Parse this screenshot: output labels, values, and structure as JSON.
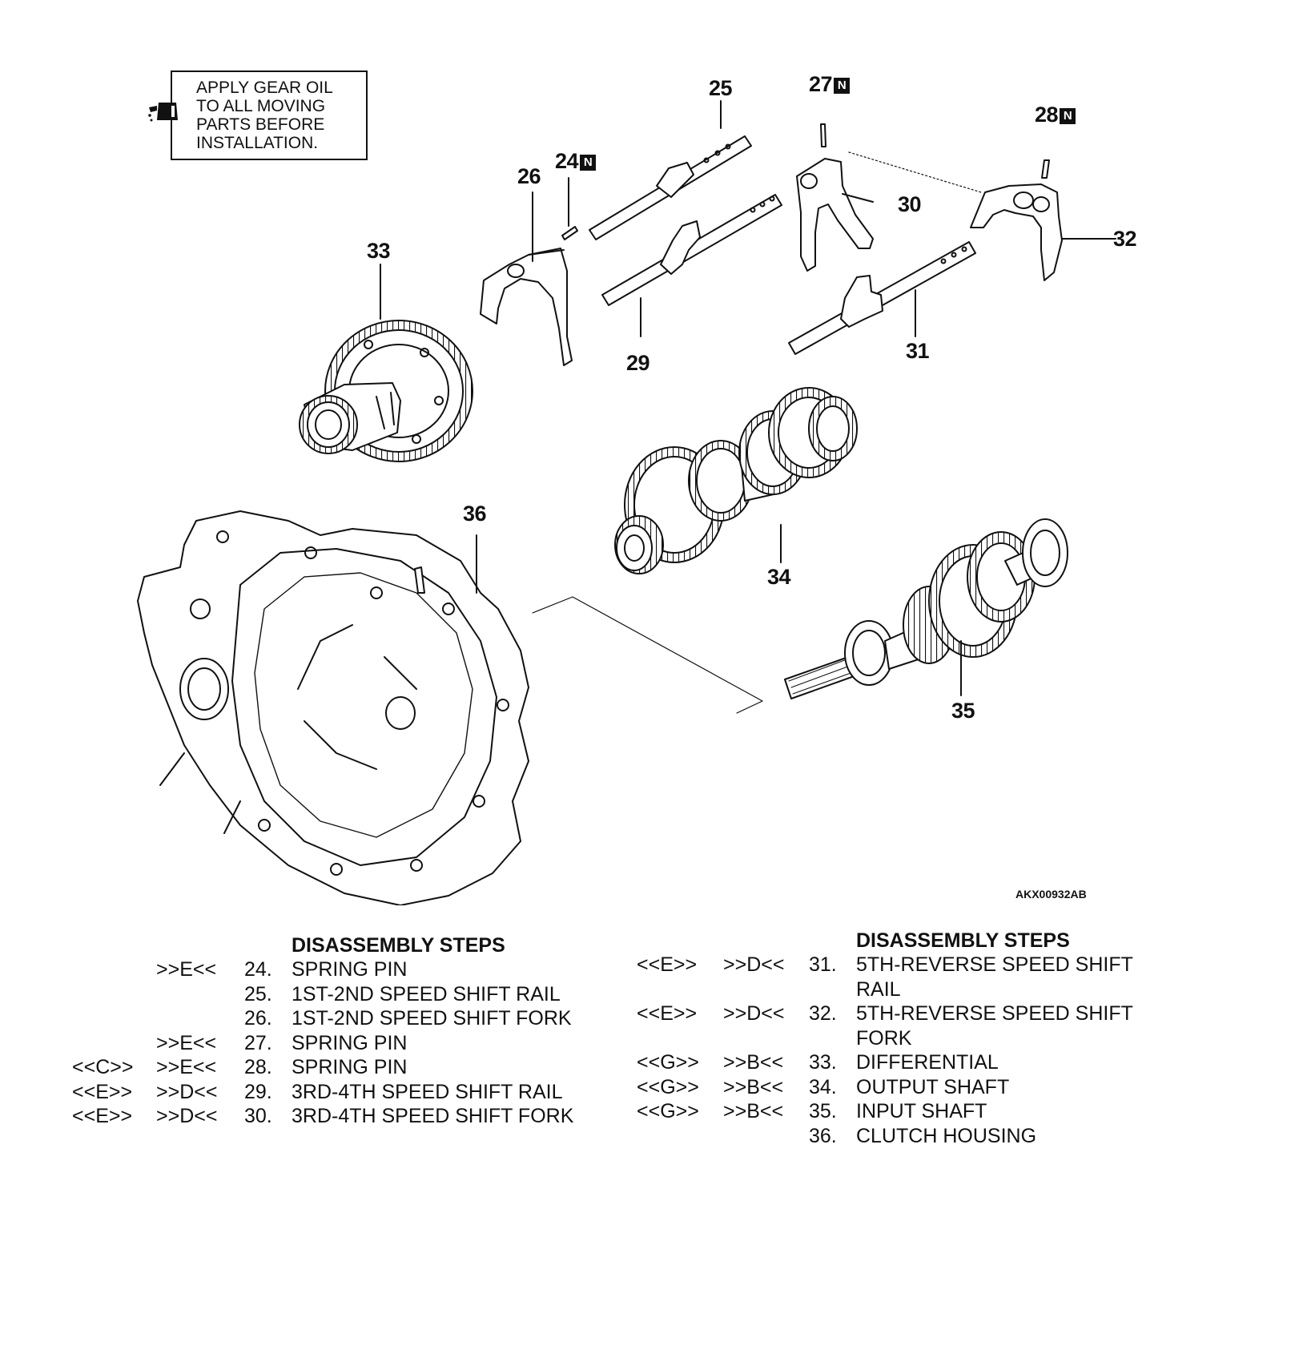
{
  "note": {
    "lines": [
      "APPLY GEAR OIL",
      "TO ALL MOVING",
      "PARTS BEFORE",
      "INSTALLATION."
    ],
    "icon": "oil-can-icon"
  },
  "callouts": [
    {
      "id": "24",
      "text": "24",
      "badge": "N"
    },
    {
      "id": "25",
      "text": "25",
      "badge": ""
    },
    {
      "id": "26",
      "text": "26",
      "badge": ""
    },
    {
      "id": "27",
      "text": "27",
      "badge": "N"
    },
    {
      "id": "28",
      "text": "28",
      "badge": "N"
    },
    {
      "id": "29",
      "text": "29",
      "badge": ""
    },
    {
      "id": "30",
      "text": "30",
      "badge": ""
    },
    {
      "id": "31",
      "text": "31",
      "badge": ""
    },
    {
      "id": "32",
      "text": "32",
      "badge": ""
    },
    {
      "id": "33",
      "text": "33",
      "badge": ""
    },
    {
      "id": "34",
      "text": "34",
      "badge": ""
    },
    {
      "id": "35",
      "text": "35",
      "badge": ""
    },
    {
      "id": "36",
      "text": "36",
      "badge": ""
    }
  ],
  "figure_code": "AKX00932AB",
  "left_steps": {
    "heading": "DISASSEMBLY STEPS",
    "rows": [
      {
        "c1": "",
        "c2": ">>E<<",
        "num": "24.",
        "label": "SPRING PIN"
      },
      {
        "c1": "",
        "c2": "",
        "num": "25.",
        "label": "1ST-2ND SPEED SHIFT RAIL"
      },
      {
        "c1": "",
        "c2": "",
        "num": "26.",
        "label": "1ST-2ND SPEED SHIFT FORK"
      },
      {
        "c1": "",
        "c2": ">>E<<",
        "num": "27.",
        "label": "SPRING PIN"
      },
      {
        "c1": "<<C>>",
        "c2": ">>E<<",
        "num": "28.",
        "label": "SPRING PIN"
      },
      {
        "c1": "<<E>>",
        "c2": ">>D<<",
        "num": "29.",
        "label": "3RD-4TH SPEED SHIFT RAIL"
      },
      {
        "c1": "<<E>>",
        "c2": ">>D<<",
        "num": "30.",
        "label": "3RD-4TH SPEED SHIFT FORK"
      }
    ]
  },
  "right_steps": {
    "heading": "DISASSEMBLY STEPS",
    "rows": [
      {
        "c1": "<<E>>",
        "c2": ">>D<<",
        "num": "31.",
        "label": "5TH-REVERSE SPEED SHIFT RAIL"
      },
      {
        "c1": "<<E>>",
        "c2": ">>D<<",
        "num": "32.",
        "label": "5TH-REVERSE SPEED SHIFT FORK"
      },
      {
        "c1": "<<G>>",
        "c2": ">>B<<",
        "num": "33.",
        "label": "DIFFERENTIAL"
      },
      {
        "c1": "<<G>>",
        "c2": ">>B<<",
        "num": "34.",
        "label": "OUTPUT SHAFT"
      },
      {
        "c1": "<<G>>",
        "c2": ">>B<<",
        "num": "35.",
        "label": "INPUT SHAFT"
      },
      {
        "c1": "",
        "c2": "",
        "num": "36.",
        "label": "CLUTCH HOUSING"
      }
    ]
  }
}
